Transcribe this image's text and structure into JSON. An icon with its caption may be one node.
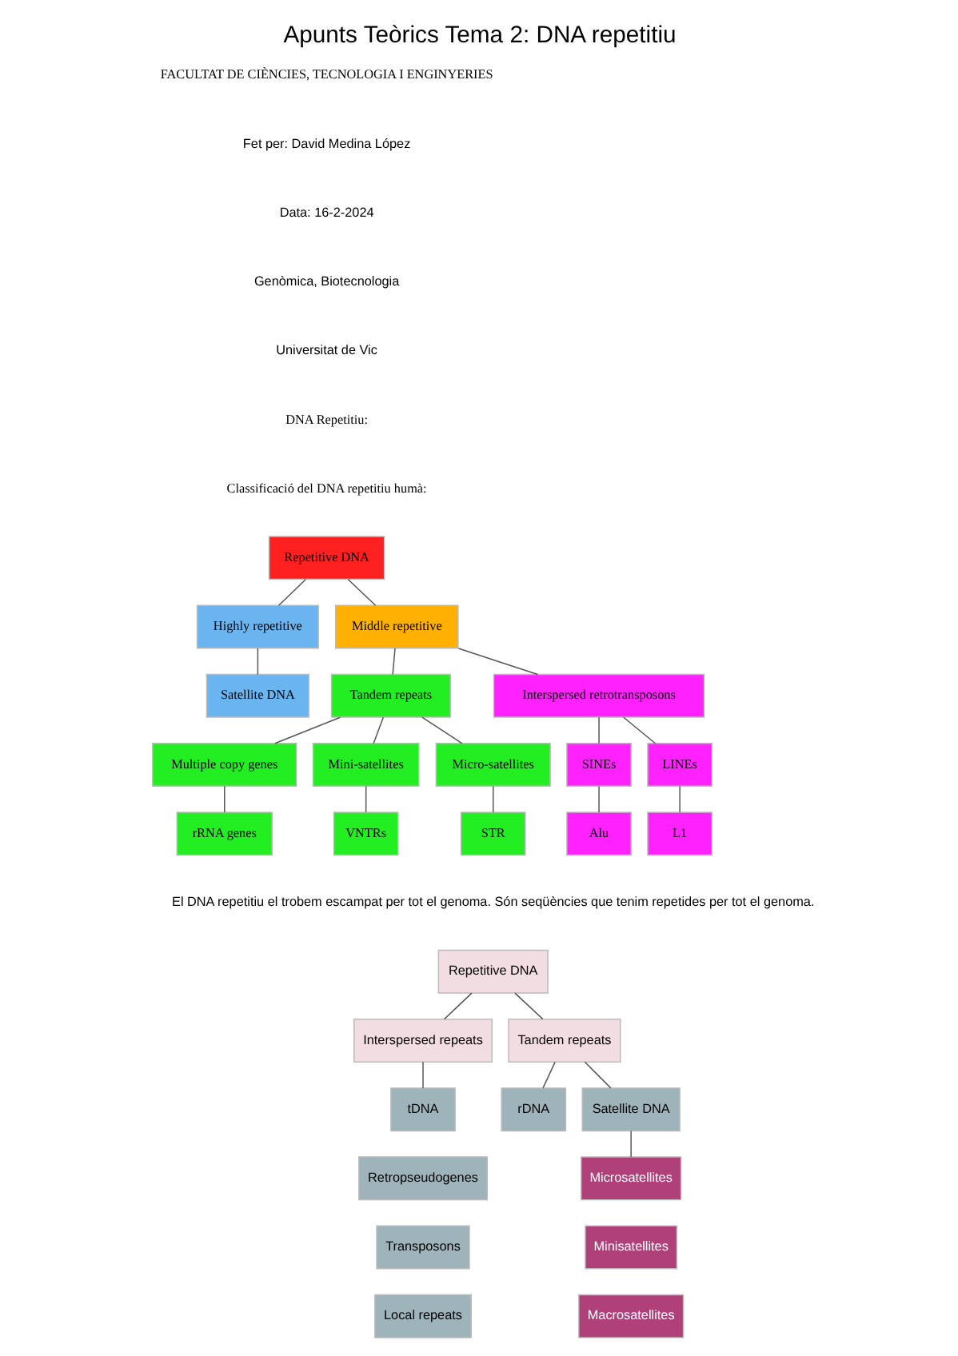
{
  "diagram": {
    "title": "Apunts Teòrics Tema 2: DNA repetitiu",
    "nodes": [
      {
        "text": [
          "Repetitive DNA"
        ]
      },
      {
        "text": [
          "Highly repetitive"
        ]
      },
      {
        "text": [
          "Middle repetitive"
        ]
      },
      {
        "text": [
          "Satellite DNA"
        ]
      },
      {
        "text": [
          "Tandem repeats"
        ]
      },
      {
        "text": [
          "Interspersed retrotransposons"
        ]
      },
      {
        "text": [
          "Multiple copy genes"
        ]
      },
      {
        "text": [
          "Mini-satellites"
        ]
      },
      {
        "text": [
          "Micro-satellites"
        ]
      },
      {
        "text": [
          "SINEs"
        ]
      },
      {
        "text": [
          "LINEs"
        ]
      },
      {
        "text": [
          "rRNA genes"
        ]
      },
      {
        "text": [
          "VNTRs"
        ]
      },
      {
        "text": [
          "STR"
        ]
      },
      {
        "text": [
          "Alu"
        ]
      },
      {
        "text": [
          "L1"
        ]
      },
      {
        "text": [
          "Repetitive DNA"
        ]
      },
      {
        "text": [
          "Interspersed repeats"
        ]
      },
      {
        "text": [
          "Tandem repeats"
        ]
      },
      {
        "text": [
          "tDNA"
        ]
      },
      {
        "text": [
          "Retropseudogenes"
        ]
      },
      {
        "text": [
          "Transposons"
        ]
      },
      {
        "text": [
          "Local repeats"
        ]
      },
      {
        "text": [
          "rDNA"
        ]
      },
      {
        "text": [
          "Satellite DNA"
        ]
      },
      {
        "text": [
          "Microsatellites"
        ]
      },
      {
        "text": [
          "Minisatellites"
        ]
      },
      {
        "text": [
          "Macrosatellites"
        ]
      }
    ],
    "edges": [
      {
        "from": 0,
        "to": 1,
        "arrow": "none"
      },
      {
        "from": 0,
        "to": 2,
        "arrow": "none"
      },
      {
        "from": 1,
        "to": 3,
        "arrow": "none"
      },
      {
        "from": 2,
        "to": 4,
        "arrow": "none"
      },
      {
        "from": 2,
        "to": 5,
        "arrow": "none"
      },
      {
        "from": 4,
        "to": 6,
        "arrow": "none"
      },
      {
        "from": 4,
        "to": 7,
        "arrow": "none"
      },
      {
        "from": 4,
        "to": 8,
        "arrow": "none"
      },
      {
        "from": 5,
        "to": 9,
        "arrow": "none"
      },
      {
        "from": 5,
        "to": 10,
        "arrow": "none"
      },
      {
        "from": 6,
        "to": 11,
        "arrow": "none"
      },
      {
        "from": 7,
        "to": 12,
        "arrow": "none"
      },
      {
        "from": 8,
        "to": 13,
        "arrow": "none"
      },
      {
        "from": 9,
        "to": 14,
        "arrow": "none"
      },
      {
        "from": 10,
        "to": 15,
        "arrow": "none"
      },
      {
        "from": 16,
        "to": 17,
        "arrow": "none"
      },
      {
        "from": 16,
        "to": 18,
        "arrow": "none"
      },
      {
        "from": 17,
        "to": 19,
        "arrow": "none"
      },
      {
        "from": 18,
        "to": 23,
        "arrow": "none"
      },
      {
        "from": 18,
        "to": 24,
        "arrow": "none"
      },
      {
        "from": 24,
        "to": 25,
        "arrow": "none"
      }
    ],
    "labels": [
      "FACULTAT DE CIÈNCIES, TECNOLOGIA I ENGINYERIES",
      "Fet per: David Medina López",
      "Data: 16-2-2024",
      "Genòmica, Biotecnologia",
      "Universitat de Vic",
      "DNA Repetitiu:",
      "Classificació del DNA repetitiu humà:",
      "El DNA repetitiu el trobem escampat per tot el genoma. Són seqüències que tenim repetides per tot el genoma."
    ]
  }
}
